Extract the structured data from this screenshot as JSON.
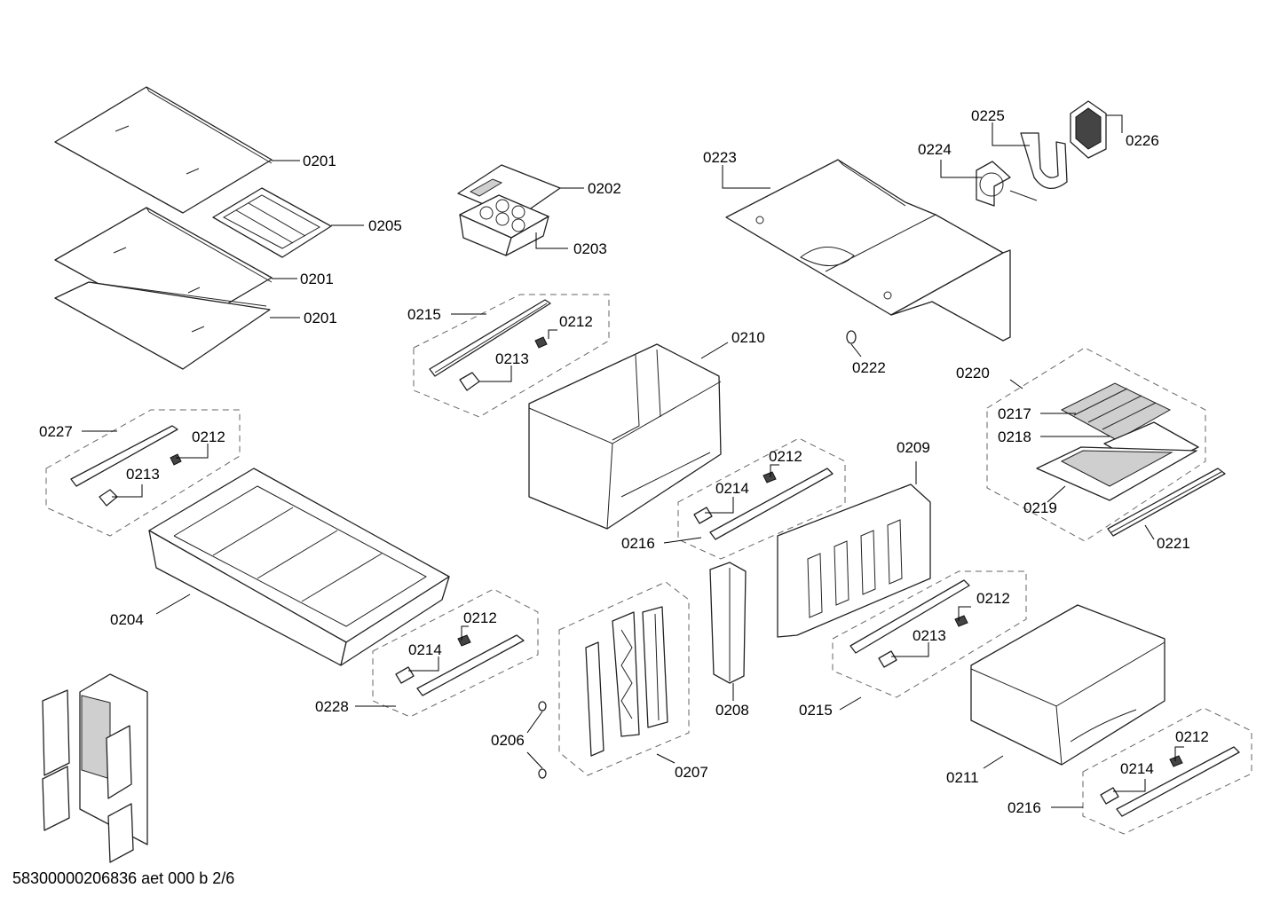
{
  "labels": {
    "l0201a": "0201",
    "l0205": "0205",
    "l0201b": "0201",
    "l0201c": "0201",
    "l0202": "0202",
    "l0203": "0203",
    "l0223": "0223",
    "l0225": "0225",
    "l0226": "0226",
    "l0224": "0224",
    "l0215a": "0215",
    "l0212a": "0212",
    "l0213a": "0213",
    "l0210": "0210",
    "l0222": "0222",
    "l0220": "0220",
    "l0217": "0217",
    "l0218": "0218",
    "l0219": "0219",
    "l0221": "0221",
    "l0227": "0227",
    "l0212b": "0212",
    "l0213b": "0213",
    "l0209": "0209",
    "l0212c": "0212",
    "l0214a": "0214",
    "l0216a": "0216",
    "l0204": "0204",
    "l0212d": "0212",
    "l0214b": "0214",
    "l0228": "0228",
    "l0206": "0206",
    "l0207": "0207",
    "l0208": "0208",
    "l0212e": "0212",
    "l0213c": "0213",
    "l0215b": "0215",
    "l0211": "0211",
    "l0212f": "0212",
    "l0214c": "0214",
    "l0216b": "0216"
  },
  "footer": "58300000206836 aet 000 b 2/6"
}
